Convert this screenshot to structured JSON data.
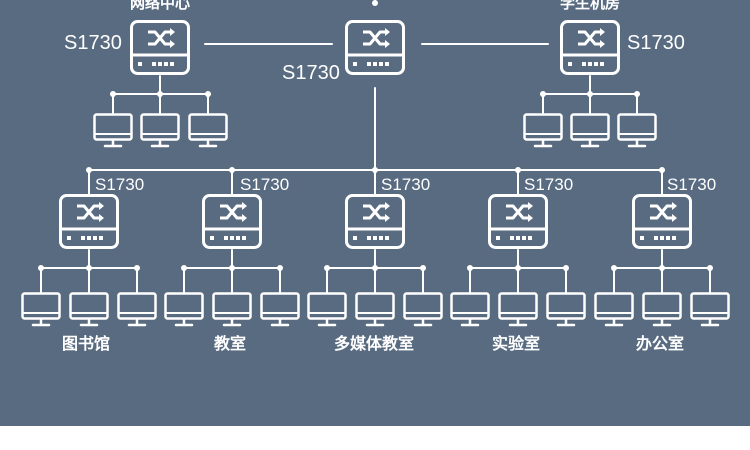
{
  "colors": {
    "background": "#596b80",
    "stroke": "#ffffff",
    "bottom_band": "#ffffff"
  },
  "icons": {
    "switch": "switch-icon",
    "computer": "monitor-icon"
  },
  "core": {
    "model": "S1730"
  },
  "network_center": {
    "label": "网络中心",
    "model": "S1730"
  },
  "student_lab": {
    "label": "学生机房",
    "model": "S1730"
  },
  "branches": [
    {
      "label": "图书馆",
      "model": "S1730"
    },
    {
      "label": "教室",
      "model": "S1730"
    },
    {
      "label": "多媒体教室",
      "model": "S1730"
    },
    {
      "label": "实验室",
      "model": "S1730"
    },
    {
      "label": "办公室",
      "model": "S1730"
    }
  ]
}
